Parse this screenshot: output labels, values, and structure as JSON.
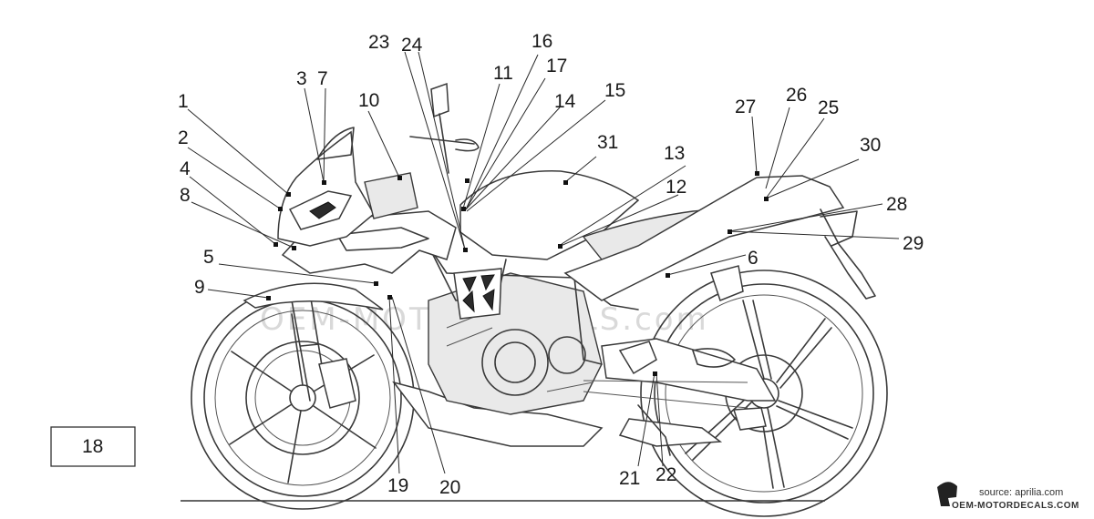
{
  "diagram": {
    "labels": [
      {
        "id": "1",
        "text": "1"
      },
      {
        "id": "2",
        "text": "2"
      },
      {
        "id": "3",
        "text": "3"
      },
      {
        "id": "4",
        "text": "4"
      },
      {
        "id": "5",
        "text": "5"
      },
      {
        "id": "6",
        "text": "6"
      },
      {
        "id": "7",
        "text": "7"
      },
      {
        "id": "8",
        "text": "8"
      },
      {
        "id": "9",
        "text": "9"
      },
      {
        "id": "10",
        "text": "10"
      },
      {
        "id": "11",
        "text": "11"
      },
      {
        "id": "12",
        "text": "12"
      },
      {
        "id": "13",
        "text": "13"
      },
      {
        "id": "14",
        "text": "14"
      },
      {
        "id": "15",
        "text": "15"
      },
      {
        "id": "16",
        "text": "16"
      },
      {
        "id": "17",
        "text": "17"
      },
      {
        "id": "19",
        "text": "19"
      },
      {
        "id": "20",
        "text": "20"
      },
      {
        "id": "21",
        "text": "21"
      },
      {
        "id": "22",
        "text": "22"
      },
      {
        "id": "23",
        "text": "23"
      },
      {
        "id": "24",
        "text": "24"
      },
      {
        "id": "25",
        "text": "25"
      },
      {
        "id": "26",
        "text": "26"
      },
      {
        "id": "27",
        "text": "27"
      },
      {
        "id": "28",
        "text": "28"
      },
      {
        "id": "29",
        "text": "29"
      },
      {
        "id": "30",
        "text": "30"
      },
      {
        "id": "31",
        "text": "31"
      }
    ],
    "box_label": "18",
    "watermark": "OEM-MOTORDECALS.com",
    "source_text": "source: aprilia.com",
    "brand_text": "OEM-MOTORDECALS.COM"
  },
  "colors": {
    "line": "#3a3a3a",
    "ink": "#1a1a1a",
    "watermark": "#d9d9d9"
  }
}
